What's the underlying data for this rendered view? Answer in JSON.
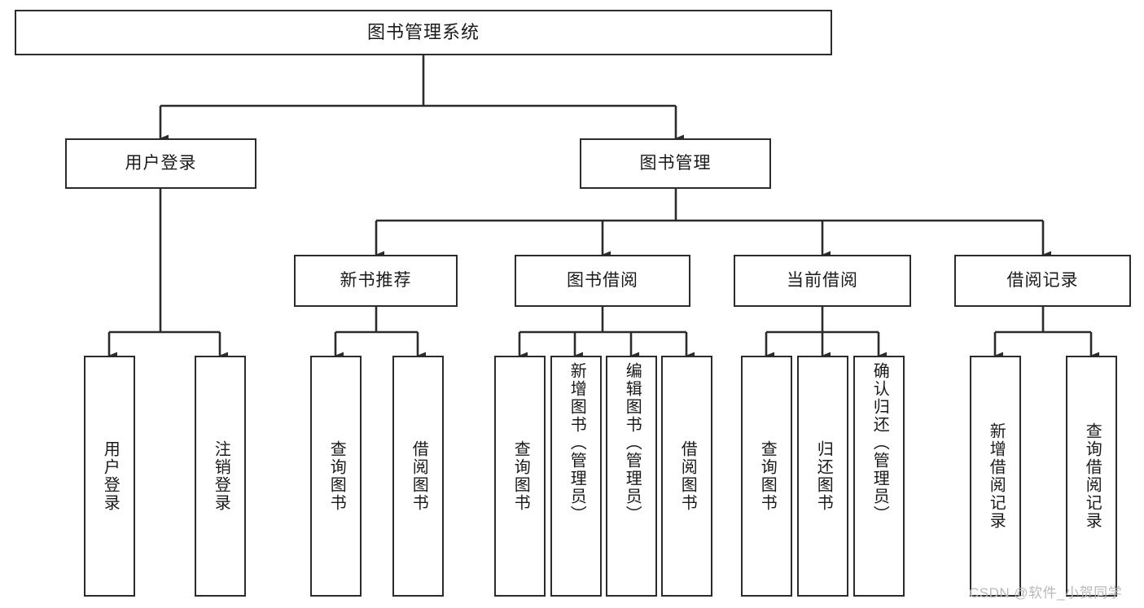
{
  "diagram": {
    "title": "图书管理系统",
    "type": "tree",
    "orientation": "top-down",
    "colors": {
      "box_border": "#2b2b2b",
      "box_fill": "#ffffff",
      "connector": "#2b2b2b",
      "text": "#1a1a1a",
      "watermark": "#b9b9b9",
      "background": "#ffffff"
    },
    "root": {
      "label": "图书管理系统"
    },
    "level1": [
      {
        "label": "用户登录"
      },
      {
        "label": "图书管理"
      }
    ],
    "level2": [
      {
        "label": "新书推荐"
      },
      {
        "label": "图书借阅"
      },
      {
        "label": "当前借阅"
      },
      {
        "label": "借阅记录"
      }
    ],
    "leaves": {
      "user_login": [
        {
          "label": "用户登录"
        },
        {
          "label": "注销登录"
        }
      ],
      "new_book_recommend": [
        {
          "label": "查询图书"
        },
        {
          "label": "借阅图书"
        }
      ],
      "book_borrow": [
        {
          "label": "查询图书"
        },
        {
          "label": "新增图书（管理员）"
        },
        {
          "label": "编辑图书（管理员）"
        },
        {
          "label": "借阅图书"
        }
      ],
      "current_borrow": [
        {
          "label": "查询图书"
        },
        {
          "label": "归还图书"
        },
        {
          "label": "确认归还（管理员）"
        }
      ],
      "borrow_record": [
        {
          "label": "新增借阅记录"
        },
        {
          "label": "查询借阅记录"
        }
      ]
    },
    "watermark": "CSDN @软件_小贺同学"
  }
}
